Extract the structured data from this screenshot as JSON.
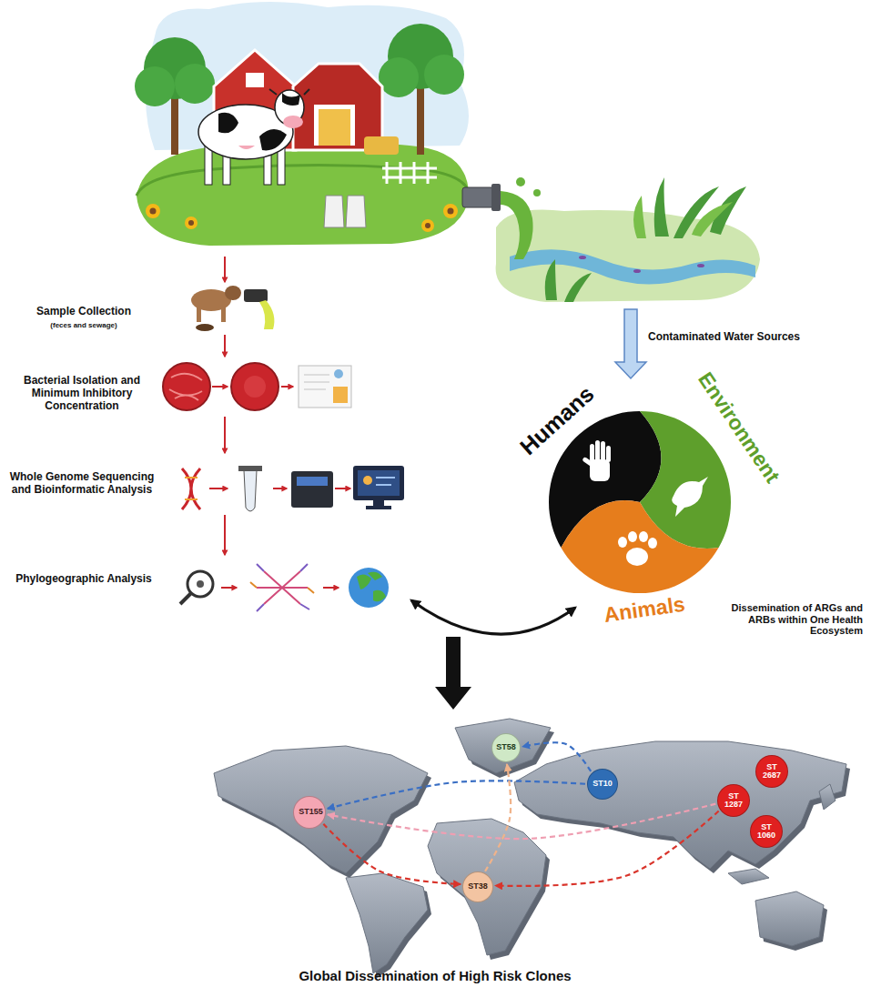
{
  "diagram": {
    "nodes": [
      {
        "text": [
          "ST58"
        ]
      },
      {
        "text": [
          "ST10"
        ]
      },
      {
        "text": [
          "ST155"
        ]
      },
      {
        "text": [
          "ST38"
        ]
      },
      {
        "text": [
          "ST 1287"
        ]
      },
      {
        "text": [
          "ST 2687"
        ]
      },
      {
        "text": [
          "ST 1060"
        ]
      }
    ],
    "edges": [
      {
        "from": 1,
        "to": 0,
        "arrow": "to"
      },
      {
        "from": 1,
        "to": 2,
        "arrow": "to"
      },
      {
        "from": 4,
        "to": 2,
        "arrow": "to"
      },
      {
        "from": 2,
        "to": 3,
        "arrow": "to"
      },
      {
        "from": 3,
        "to": 0,
        "arrow": "to"
      },
      {
        "from": 4,
        "to": 3,
        "arrow": "to"
      }
    ],
    "labels": [
      "Sample Collection",
      "(feces and sewage)",
      "Bacterial Isolation and Minimum Inhibitory Concentration",
      "Whole Genome Sequencing and Bioinformatic Analysis",
      "Phylogeographic Analysis",
      "Contaminated Water Sources",
      "Humans",
      "Environment",
      "Animals",
      "Dissemination of ARGs and ARBs within One Health Ecosystem",
      "Global Dissemination of High Risk Clones"
    ]
  }
}
